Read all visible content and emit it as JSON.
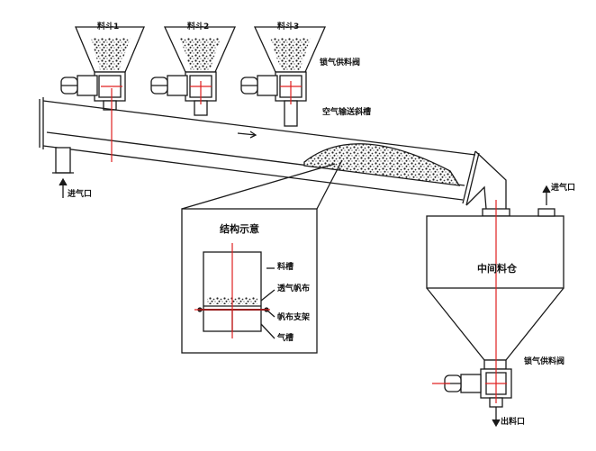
{
  "labels": {
    "hopper1": "料斗1",
    "hopper2": "料斗2",
    "hopper3": "料斗3",
    "rotary_valve_top": "锁气供料阀",
    "air_slide": "空气输送斜槽",
    "air_inlet_left": "进气口",
    "structure_title": "结构示意",
    "trough": "料槽",
    "fabric": "透气帆布",
    "fabric_support": "帆布支架",
    "air_chamber": "气槽",
    "intermediate_bin": "中间料仓",
    "air_inlet_right": "进气口",
    "rotary_valve_bottom": "锁气供料阀",
    "discharge": "出料口"
  },
  "colors": {
    "line": "#1a1a1a",
    "accent": "#e02020"
  }
}
